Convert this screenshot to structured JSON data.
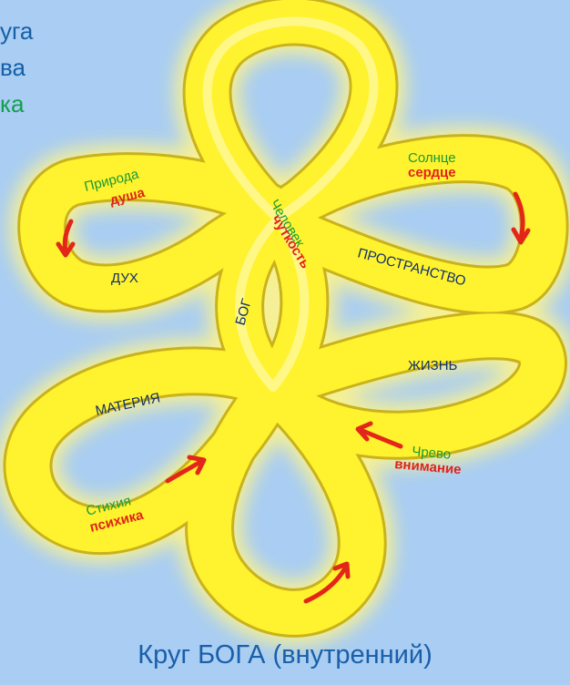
{
  "legend": {
    "line1": "уга",
    "line2": "ва",
    "line3": "ка"
  },
  "caption": "Круг БОГА (внутренний)",
  "labels": {
    "priroda": "Природа",
    "dusha": "душа",
    "dukh": "ДУХ",
    "solntse": "Солнце",
    "serdtse": "сердце",
    "prostranstvo": "ПРОСТРАНСТВО",
    "chelovek": "Человек",
    "chutkost": "чуткость",
    "bog": "БОГ",
    "zhizn": "ЖИЗНЬ",
    "materiya": "МАТЕРИЯ",
    "chrevo": "Чрево",
    "vnimanie": "внимание",
    "stikhiya": "Стихия",
    "psikhika": "психика"
  },
  "colors": {
    "background": "#a9cdf3",
    "band_fill": "#fff22e",
    "band_edge": "#c9b21c",
    "arrow": "#e3261a",
    "text_dark": "#10306c",
    "text_green": "#1a9a36",
    "text_red": "#e0221a"
  }
}
